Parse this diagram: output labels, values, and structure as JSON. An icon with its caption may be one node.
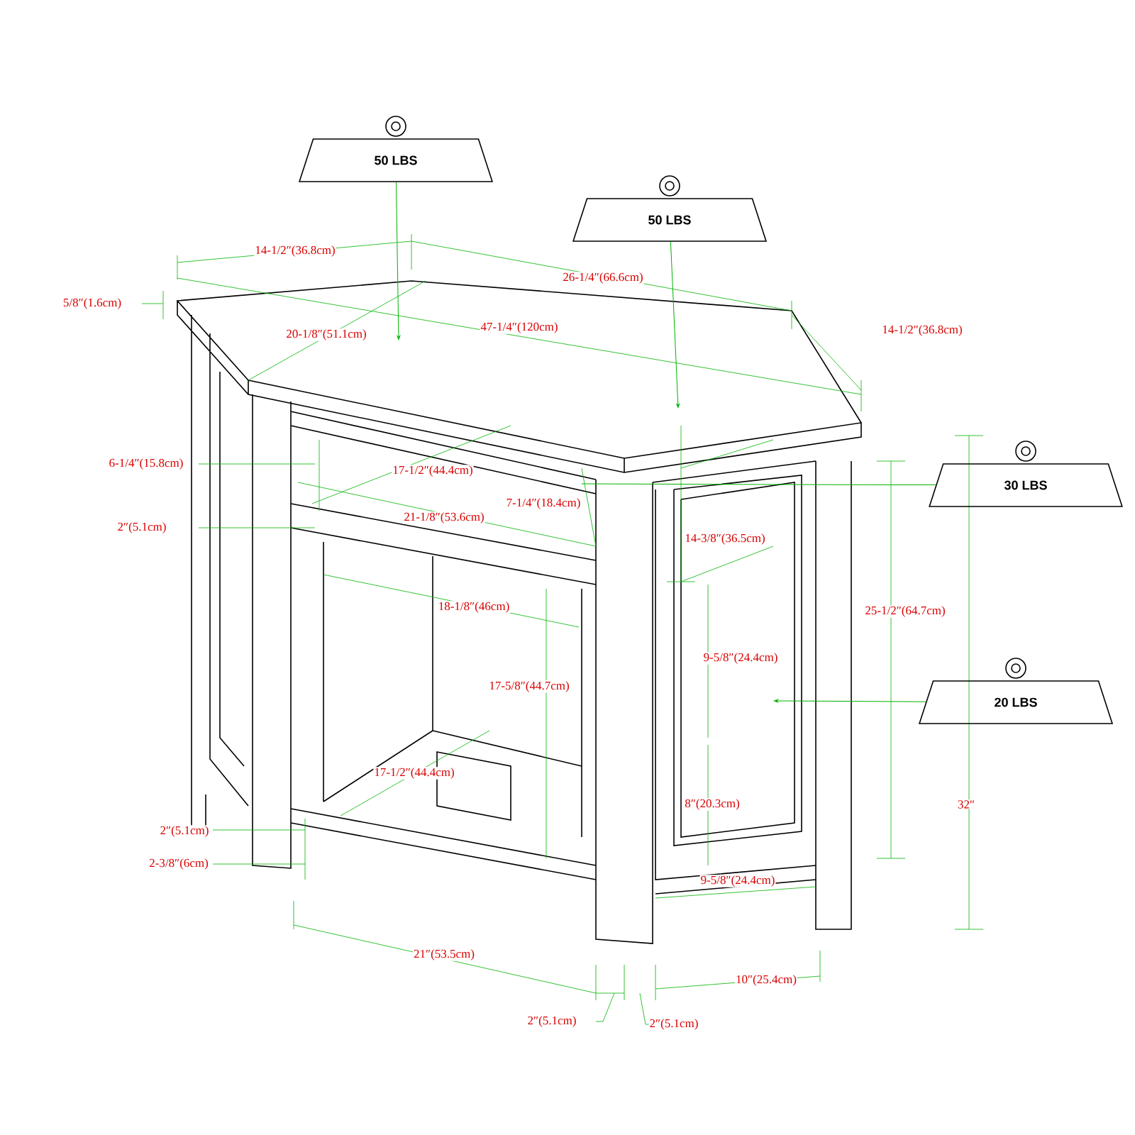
{
  "diagram": {
    "nodes": [
      {
        "text": [
          "50 LBS"
        ]
      },
      {
        "text": [
          "50 LBS"
        ]
      },
      {
        "text": [
          "30 LBS"
        ]
      },
      {
        "text": [
          "20 LBS"
        ]
      }
    ],
    "edges": [
      {
        "from": 0,
        "to": null,
        "arrow": "to"
      },
      {
        "from": 1,
        "to": null,
        "arrow": "to"
      },
      {
        "from": 2,
        "to": null,
        "arrow": "none"
      },
      {
        "from": 3,
        "to": null,
        "arrow": "to"
      }
    ],
    "labels": [
      "14-1/2″(36.8cm)",
      "26-1/4″(66.6cm)",
      "5/8″(1.6cm)",
      "20-1/8″(51.1cm)",
      "47-1/4″(120cm)",
      "14-1/2″(36.8cm)",
      "6-1/4″(15.8cm)",
      "17-1/2″(44.4cm)",
      "7-1/4″(18.4cm)",
      "21-1/8″(53.6cm)",
      "2″(5.1cm)",
      "14-3/8″(36.5cm)",
      "18-1/8″(46cm)",
      "25-1/2″(64.7cm)",
      "9-5/8″(24.4cm)",
      "17-5/8″(44.7cm)",
      "17-1/2″(44.4cm)",
      "8″(20.3cm)",
      "32″",
      "2″(5.1cm)",
      "2-3/8″(6cm)",
      "9-5/8″(24.4cm)",
      "21″(53.5cm)",
      "10″(25.4cm)",
      "2″(5.1cm)",
      "2″(5.1cm)"
    ]
  }
}
